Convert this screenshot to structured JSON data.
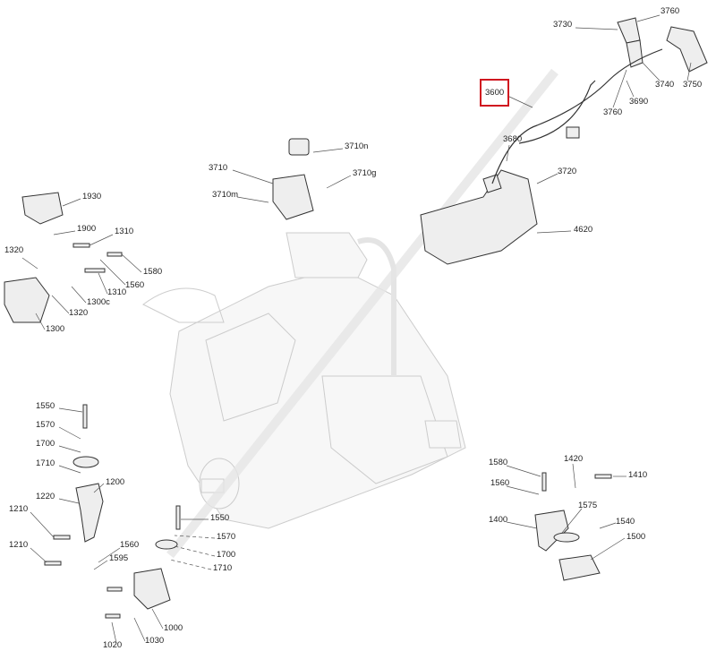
{
  "diagram": {
    "callouts": [
      "3760",
      "3730",
      "3600",
      "3740",
      "3750",
      "3690",
      "3760",
      "3680",
      "3720",
      "4620",
      "3710n",
      "3710",
      "3710g",
      "3710m",
      "1930",
      "1900",
      "1310",
      "1320",
      "1580",
      "1560",
      "1310",
      "1300c",
      "1320",
      "1300",
      "1550",
      "1570",
      "1700",
      "1710",
      "1200",
      "1220",
      "1210",
      "1210",
      "1550",
      "1570",
      "1700",
      "1710",
      "1560",
      "1595",
      "1000",
      "1030",
      "1020",
      "1580",
      "1420",
      "1410",
      "1560",
      "1575",
      "1400",
      "1540",
      "1500"
    ],
    "highlighted_callout": "3600",
    "highlight_color": "#d0161f"
  }
}
